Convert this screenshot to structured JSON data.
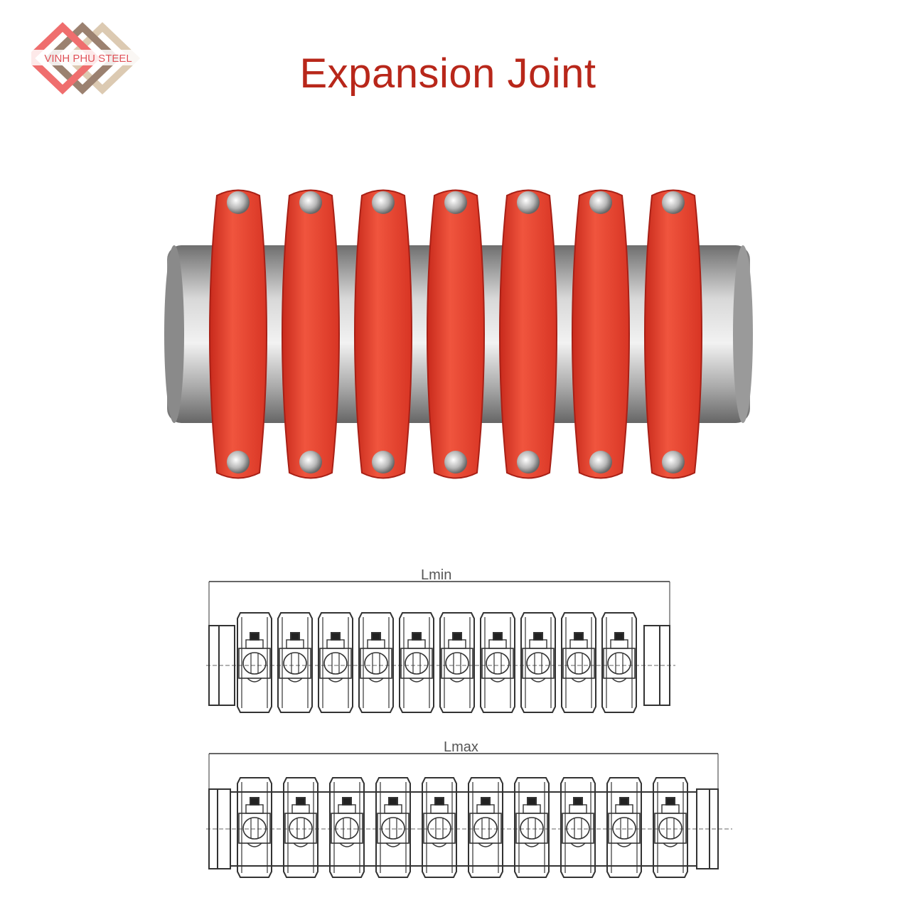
{
  "logo": {
    "text": "VINH PHU STEEL",
    "colors": [
      "#ef6e6e",
      "#9b8170",
      "#d9c7ae"
    ]
  },
  "title": "Expansion Joint",
  "title_color": "#b8271a",
  "photo": {
    "description": "red grooved couplings on steel pipe",
    "coupling_count": 7,
    "coupling_color": "#e8402c",
    "pipe_color": "#b8b8b8"
  },
  "diagrams": [
    {
      "label": "Lmin",
      "unit_count": 10,
      "state": "compressed"
    },
    {
      "label": "Lmax",
      "unit_count": 10,
      "state": "extended"
    }
  ]
}
